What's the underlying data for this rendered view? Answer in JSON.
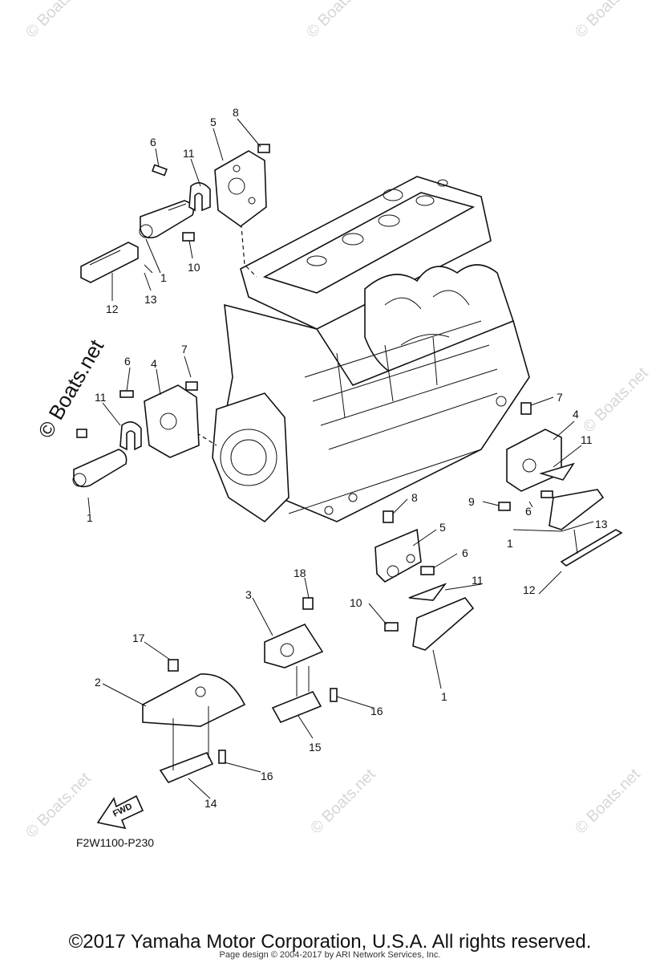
{
  "watermark_text": "© Boats.net",
  "diagram_code": "F2W1100-P230",
  "fwd_label": "FWD",
  "copyright": "©2017 Yamaha Motor Corporation, U.S.A. All rights reserved.",
  "credit": "Page design © 2004-2017 by ARI Network Services, Inc.",
  "callouts": [
    "1",
    "2",
    "3",
    "4",
    "5",
    "6",
    "7",
    "8",
    "9",
    "10",
    "11",
    "12",
    "13",
    "14",
    "15",
    "16",
    "17",
    "18"
  ]
}
